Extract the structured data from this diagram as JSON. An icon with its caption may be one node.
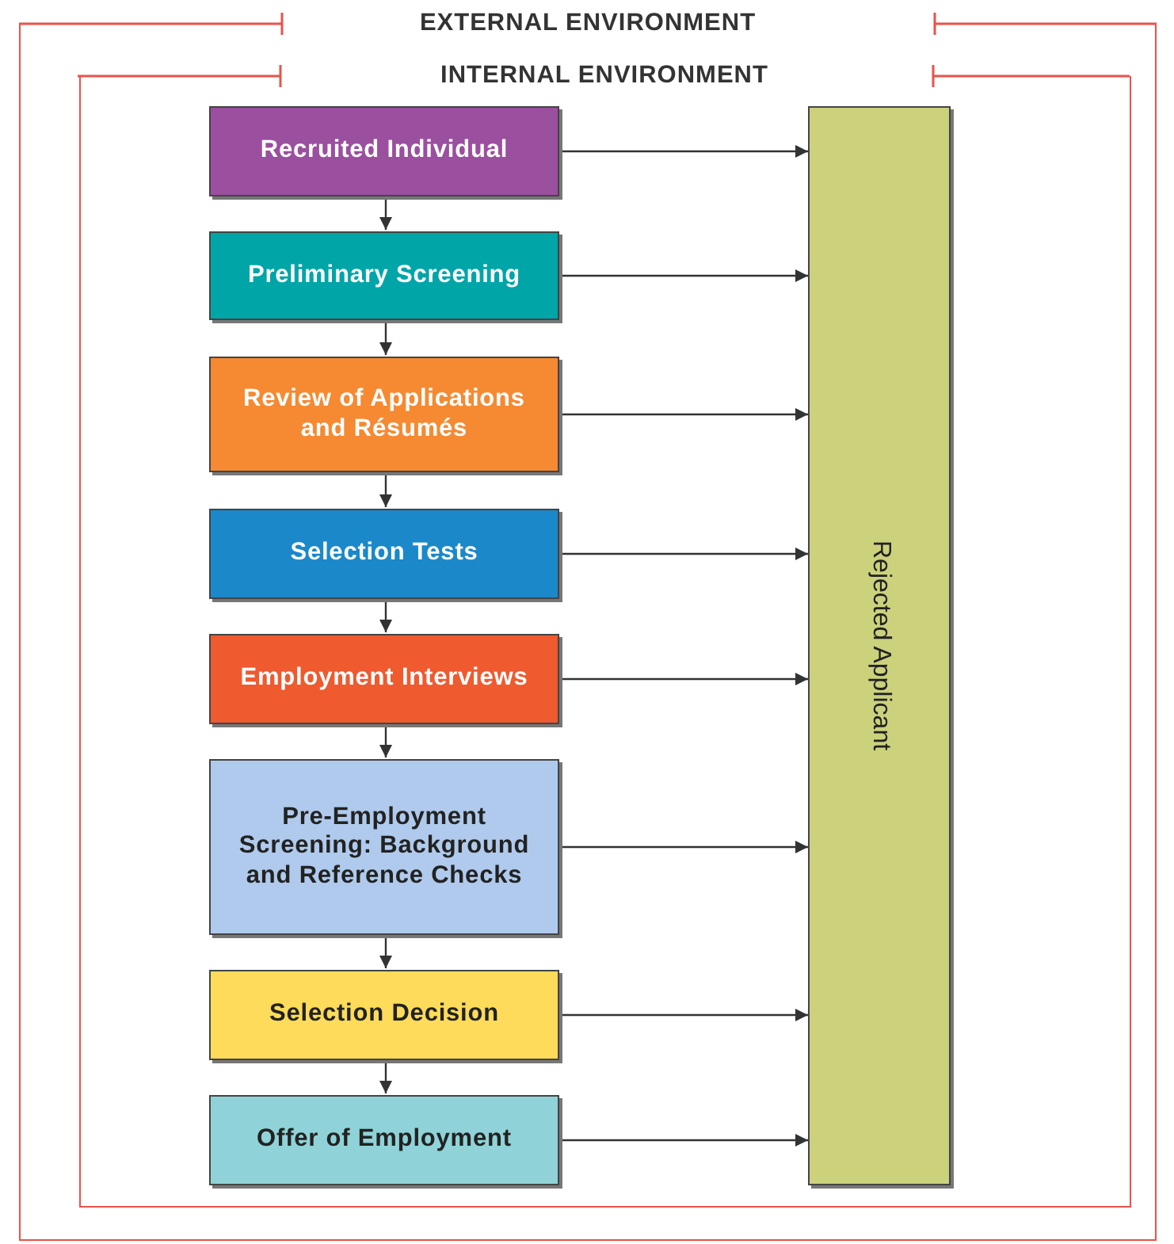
{
  "diagram": {
    "nodes": [
      {
        "text": [
          "EXTERNAL ENVIRONMENT"
        ]
      },
      {
        "text": [
          "INTERNAL ENVIRONMENT"
        ],
        "in": 0
      },
      {
        "text": [
          "Recruited Individual"
        ],
        "in": 1
      },
      {
        "text": [
          "Preliminary Screening"
        ],
        "in": 1
      },
      {
        "text": [
          "Review of Applications and Résumés"
        ],
        "in": 1
      },
      {
        "text": [
          "Selection Tests"
        ],
        "in": 1
      },
      {
        "text": [
          "Employment Interviews"
        ],
        "in": 1
      },
      {
        "text": [
          "Pre-Employment Screening: Background and Reference Checks"
        ],
        "in": 1
      },
      {
        "text": [
          "Selection Decision"
        ],
        "in": 1
      },
      {
        "text": [
          "Offer of Employment"
        ],
        "in": 1
      },
      {
        "text": [
          "Rejected Applicant"
        ],
        "in": 1
      }
    ],
    "edges": [
      {
        "from": 2,
        "to": 3,
        "arrow": "to"
      },
      {
        "from": 3,
        "to": 4,
        "arrow": "to"
      },
      {
        "from": 4,
        "to": 5,
        "arrow": "to"
      },
      {
        "from": 5,
        "to": 6,
        "arrow": "to"
      },
      {
        "from": 6,
        "to": 7,
        "arrow": "to"
      },
      {
        "from": 7,
        "to": 8,
        "arrow": "to"
      },
      {
        "from": 8,
        "to": 9,
        "arrow": "to"
      },
      {
        "from": 2,
        "to": 10,
        "arrow": "to"
      },
      {
        "from": 3,
        "to": 10,
        "arrow": "to"
      },
      {
        "from": 4,
        "to": 10,
        "arrow": "to"
      },
      {
        "from": 5,
        "to": 10,
        "arrow": "to"
      },
      {
        "from": 6,
        "to": 10,
        "arrow": "to"
      },
      {
        "from": 7,
        "to": 10,
        "arrow": "to"
      },
      {
        "from": 8,
        "to": 10,
        "arrow": "to"
      },
      {
        "from": 9,
        "to": 10,
        "arrow": "to"
      }
    ]
  }
}
